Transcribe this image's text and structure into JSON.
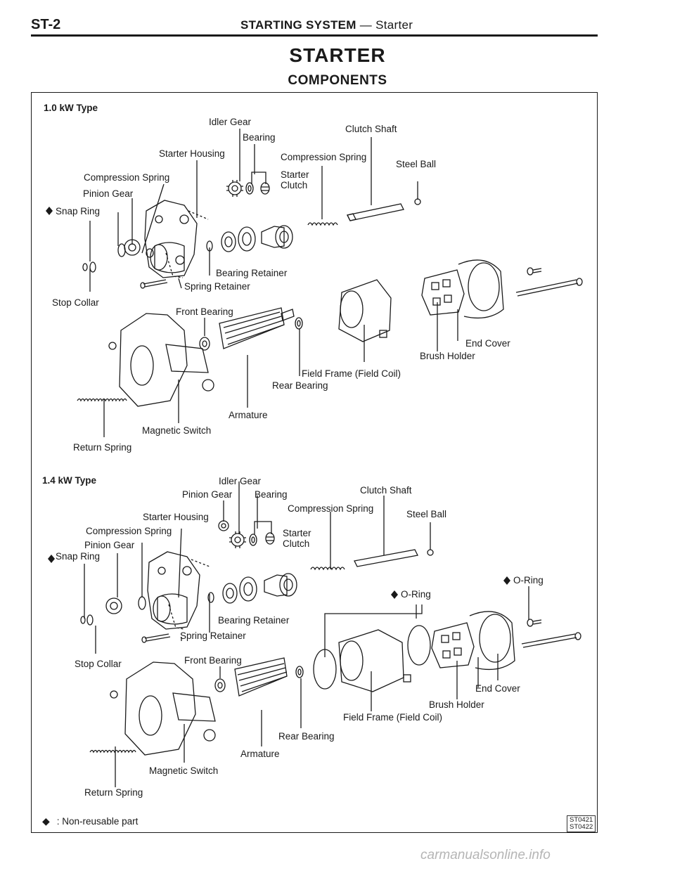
{
  "header": {
    "code": "ST-2",
    "title": "STARTING SYSTEM",
    "separator": "—",
    "subtitle": "Starter"
  },
  "heading": "STARTER",
  "subheading": "COMPONENTS",
  "section1": {
    "title": "1.0 kW Type",
    "labels": {
      "idler_gear": "Idler Gear",
      "bearing": "Bearing",
      "clutch_shaft": "Clutch Shaft",
      "starter_housing": "Starter Housing",
      "compression_spring_right": "Compression Spring",
      "steel_ball": "Steel Ball",
      "compression_spring_left": "Compression Spring",
      "starter": "Starter",
      "clutch": "Clutch",
      "pinion_gear": "Pinion Gear",
      "snap_ring": "Snap Ring",
      "bearing_retainer": "Bearing Retainer",
      "spring_retainer": "Spring Retainer",
      "stop_collar": "Stop Collar",
      "front_bearing": "Front Bearing",
      "end_cover": "End Cover",
      "brush_holder": "Brush Holder",
      "field_frame": "Field Frame (Field Coil)",
      "rear_bearing": "Rear Bearing",
      "armature": "Armature",
      "magnetic_switch": "Magnetic Switch",
      "return_spring": "Return Spring"
    }
  },
  "section2": {
    "title": "1.4 kW Type",
    "labels": {
      "idler_gear": "Idler Gear",
      "pinion_gear_top": "Pinion Gear",
      "bearing": "Bearing",
      "clutch_shaft": "Clutch Shaft",
      "compression_spring_right": "Compression Spring",
      "starter_housing": "Starter Housing",
      "steel_ball": "Steel Ball",
      "compression_spring_left": "Compression Spring",
      "starter": "Starter",
      "clutch": "Clutch",
      "pinion_gear": "Pinion Gear",
      "snap_ring": "Snap Ring",
      "o_ring_right": "O-Ring",
      "o_ring_mid": "O-Ring",
      "bearing_retainer": "Bearing Retainer",
      "spring_retainer": "Spring Retainer",
      "stop_collar": "Stop Collar",
      "front_bearing": "Front Bearing",
      "end_cover": "End Cover",
      "brush_holder": "Brush Holder",
      "field_frame": "Field Frame (Field Coil)",
      "rear_bearing": "Rear Bearing",
      "armature": "Armature",
      "magnetic_switch": "Magnetic Switch",
      "return_spring": "Return Spring"
    }
  },
  "legend": {
    "symbol": "◆",
    "text": ": Non-reusable part"
  },
  "figure_codes": [
    "ST0421",
    "ST0422"
  ],
  "watermark": "carmanualsonline.info",
  "icons": {
    "non_reusable": "diamond-icon"
  }
}
